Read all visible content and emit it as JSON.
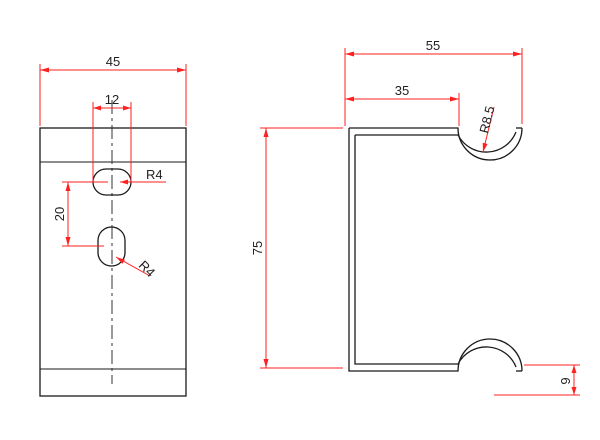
{
  "front_view": {
    "width_dim": "45",
    "slot_width_dim": "12",
    "slot_pitch_dim": "20",
    "radius_upper": "R4",
    "radius_lower": "R4"
  },
  "side_view": {
    "overall_length_dim": "55",
    "inner_length_dim": "35",
    "hook_radius": "R8.5",
    "height_dim": "75",
    "hook_depth_dim": "9"
  },
  "colors": {
    "outline": "#1a1a1a",
    "dimension": "#ff2020",
    "text": "#222222",
    "background": "#ffffff"
  }
}
